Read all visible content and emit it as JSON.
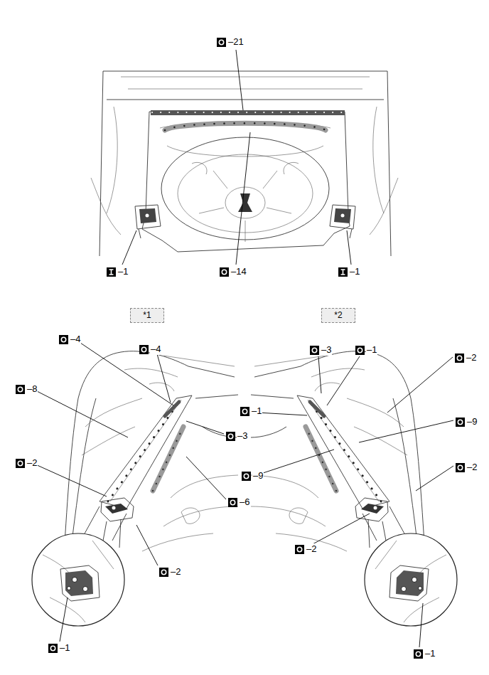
{
  "diagram": {
    "labels": [
      "–21",
      "–1",
      "–14",
      "–1",
      "*1",
      "*2",
      "–4",
      "–4",
      "–8",
      "–3",
      "–2",
      "–6",
      "–2",
      "–1",
      "–3",
      "–1",
      "–2",
      "–1",
      "–9",
      "–9",
      "–2",
      "–2",
      "–1"
    ]
  }
}
